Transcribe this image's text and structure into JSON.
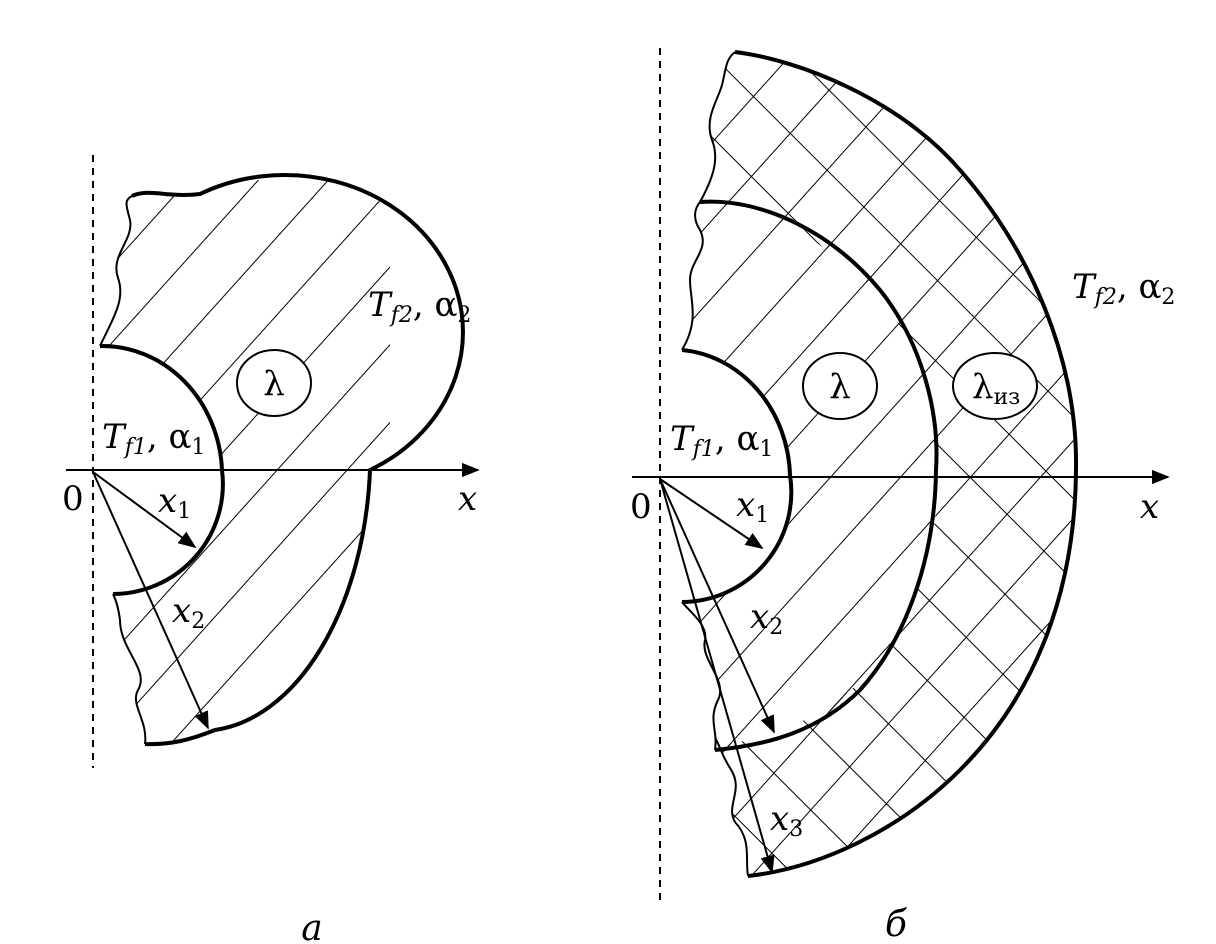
{
  "panel_a": {
    "caption": "а",
    "outer_env": {
      "T": "T",
      "T_sub": "f2",
      "alpha": ", α",
      "alpha_sub": "2"
    },
    "inner_env": {
      "T": "T",
      "T_sub": "f1",
      "alpha": ", α",
      "alpha_sub": "1"
    },
    "material": "λ",
    "origin": "0",
    "axis": "x",
    "radius_1": {
      "base": "x",
      "sub": "1"
    },
    "radius_2": {
      "base": "x",
      "sub": "2"
    }
  },
  "panel_b": {
    "caption": "б",
    "outer_env": {
      "T": "T",
      "T_sub": "f2",
      "alpha": ", α",
      "alpha_sub": "2"
    },
    "inner_env": {
      "T": "T",
      "T_sub": "f1",
      "alpha": ", α",
      "alpha_sub": "1"
    },
    "material": "λ",
    "insulation": {
      "base": "λ",
      "sub": "из"
    },
    "origin": "0",
    "axis": "x",
    "radius_1": {
      "base": "x",
      "sub": "1"
    },
    "radius_2": {
      "base": "x",
      "sub": "2"
    },
    "radius_3": {
      "base": "x",
      "sub": "3"
    }
  }
}
